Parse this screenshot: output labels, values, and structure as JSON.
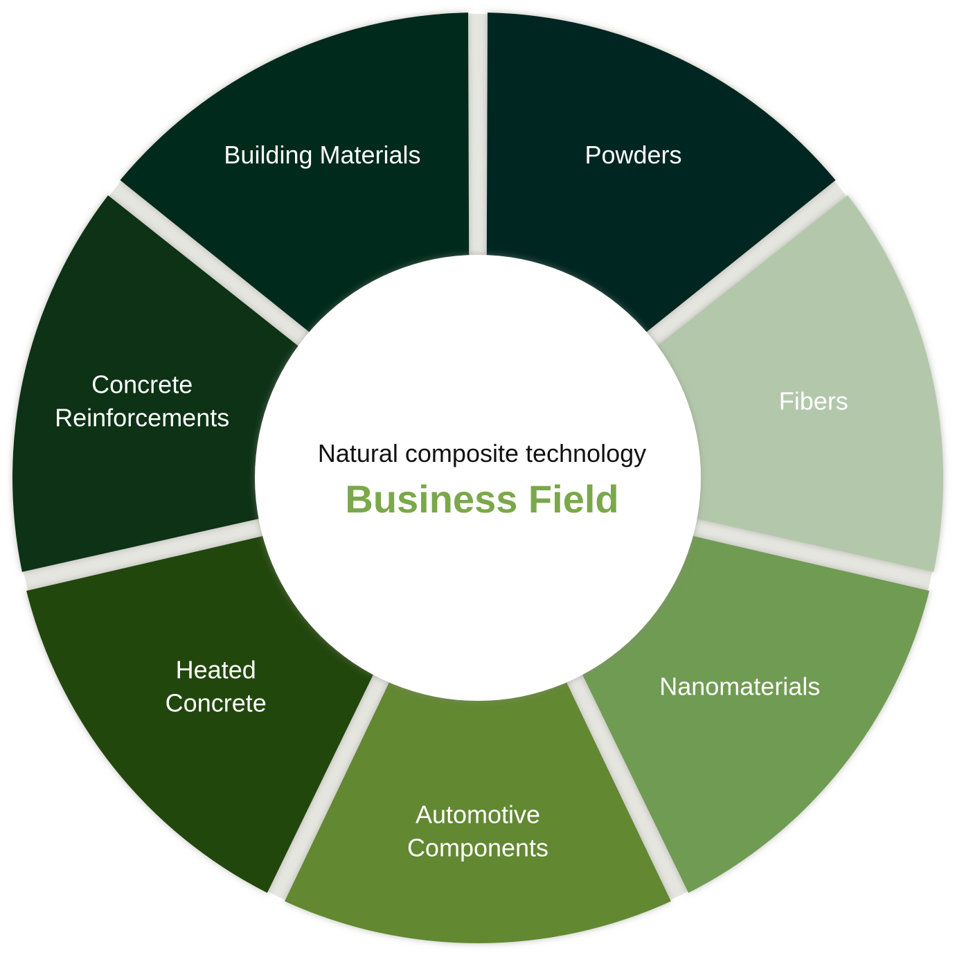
{
  "diagram": {
    "type": "segmented-ring",
    "center": {
      "subtitle": "Natural composite technology",
      "title": "Business Field",
      "title_color": "#7aa84a"
    },
    "segments": [
      {
        "label_lines": [
          "Powders"
        ],
        "color": "#032820"
      },
      {
        "label_lines": [
          "Fibers"
        ],
        "color": "#b3c8ab"
      },
      {
        "label_lines": [
          "Nanomaterials"
        ],
        "color": "#709b53"
      },
      {
        "label_lines": [
          "Automotive",
          "Components"
        ],
        "color": "#628831"
      },
      {
        "label_lines": [
          "Heated",
          "Concrete"
        ],
        "color": "#224711"
      },
      {
        "label_lines": [
          "Concrete",
          "Reinforcements"
        ],
        "color": "#0a3314"
      },
      {
        "label_lines": [
          "Building Materials"
        ],
        "color": "#042c1d"
      }
    ],
    "gap_color": "#e6e6e1"
  }
}
